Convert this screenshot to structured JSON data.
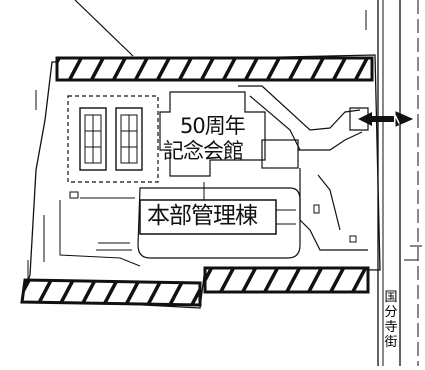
{
  "map": {
    "labels": {
      "anniversary_hall_line1": "50周年",
      "anniversary_hall_line2": "記念会館",
      "headquarters_building": "本部管理棟",
      "street_name": [
        "国",
        "分",
        "寺",
        "街"
      ]
    },
    "colors": {
      "ink": "#111111",
      "background": "#ffffff"
    },
    "icons": [
      "entrance-arrow-icon"
    ]
  }
}
